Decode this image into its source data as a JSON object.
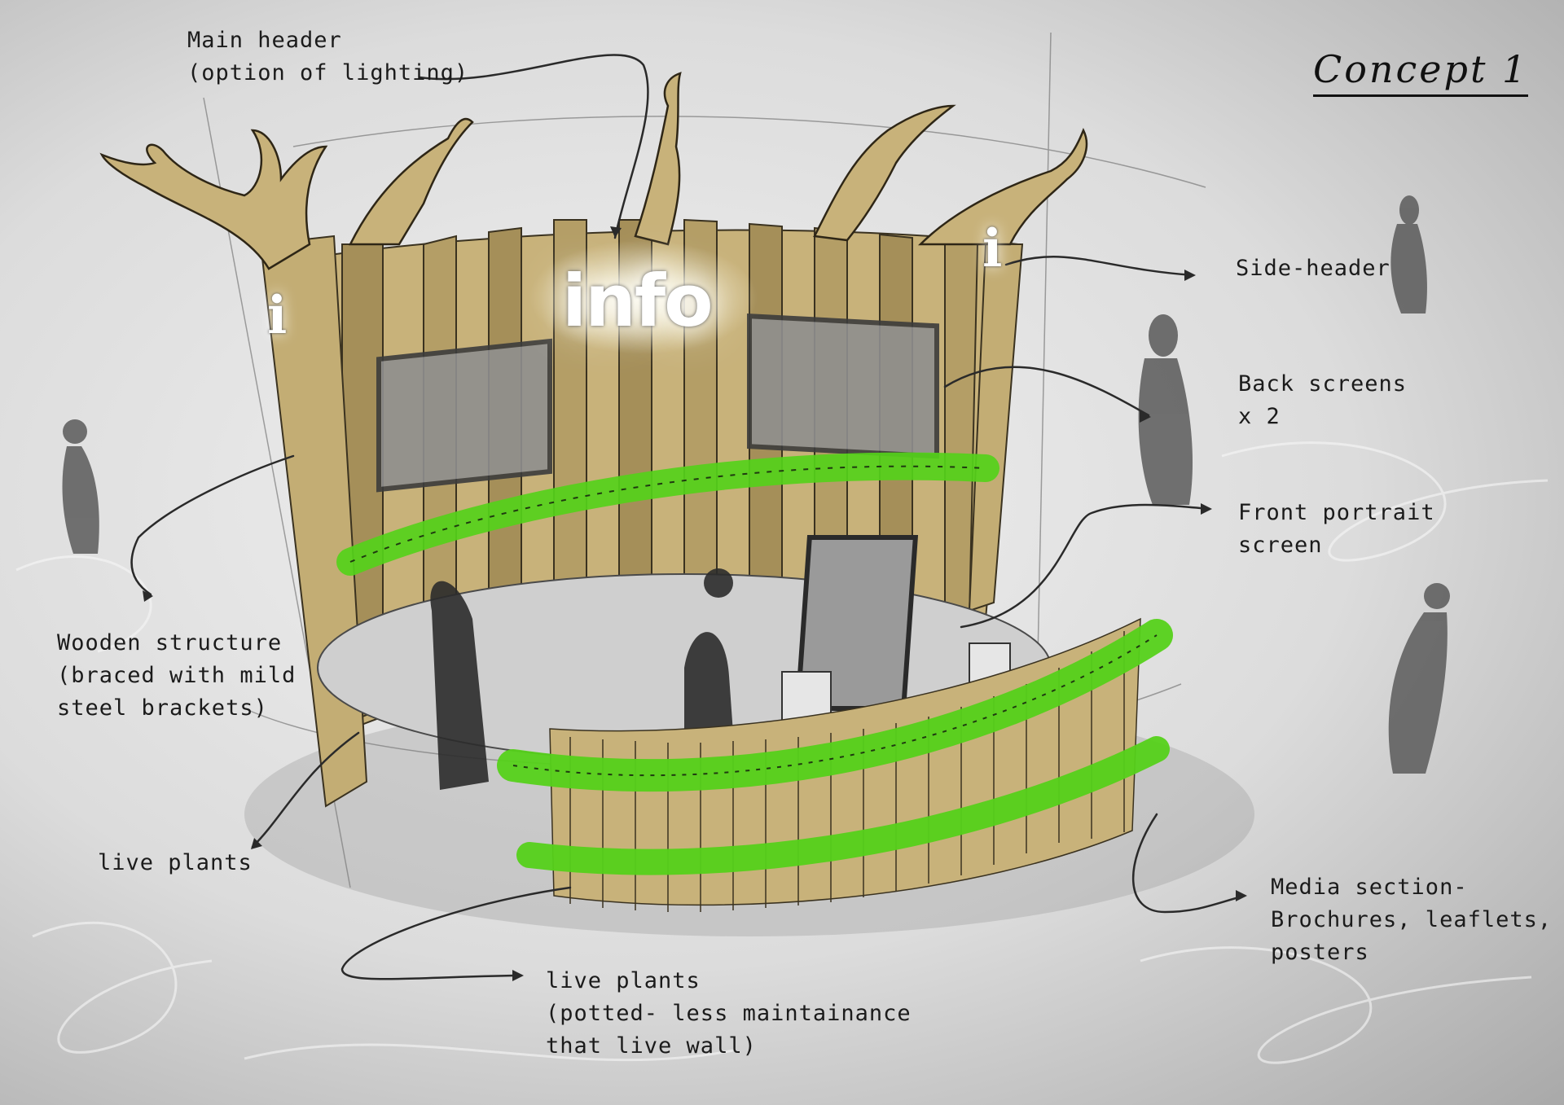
{
  "title": "Concept 1",
  "signage": {
    "main": "info",
    "side_left": "i",
    "side_right": "i"
  },
  "colors": {
    "wood": "#c8b27a",
    "wood_dark": "#a58f59",
    "plants": "#55d11a",
    "ink": "#1b1b1b",
    "figures": "#5a5a5a",
    "screen": "#8f8f8f"
  },
  "annotations": {
    "main_header": {
      "line1": "Main header",
      "line2": "(option of lighting)"
    },
    "side_header": {
      "line1": "Side-header"
    },
    "back_screens": {
      "line1": "Back screens",
      "line2": "x 2"
    },
    "front_screen": {
      "line1": "Front portrait",
      "line2": "screen"
    },
    "wooden_structure": {
      "line1": "Wooden structure",
      "line2": "(braced with mild",
      "line3": "steel brackets)"
    },
    "live_plants_left": {
      "line1": "live plants"
    },
    "live_plants_bottom": {
      "line1": "live plants",
      "line2": "(potted- less maintainance",
      "line3": "that live wall)"
    },
    "media_section": {
      "line1": "Media section-",
      "line2": "Brochures, leaflets,",
      "line3": "posters"
    }
  }
}
